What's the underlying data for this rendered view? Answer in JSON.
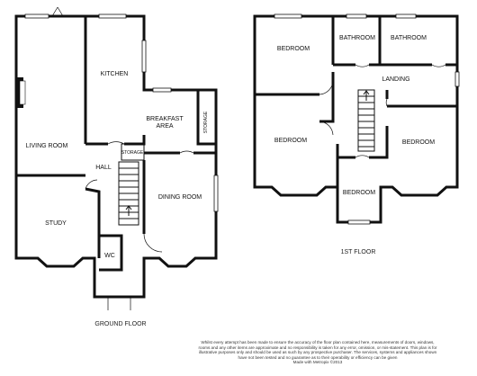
{
  "ground_floor": {
    "caption": "GROUND FLOOR",
    "rooms": {
      "living_room": "LIVING ROOM",
      "kitchen": "KITCHEN",
      "breakfast_area": [
        "BREAKFAST",
        "AREA"
      ],
      "storage_upper": "STORAGE",
      "storage_lower": "STORAGE",
      "hall": "HALL",
      "study": "STUDY",
      "dining_room": "DINING ROOM",
      "wc": "WC"
    }
  },
  "first_floor": {
    "caption": "1ST FLOOR",
    "rooms": {
      "bedroom_top_left": "BEDROOM",
      "bathroom_1": "BATHROOM",
      "bathroom_2": "BATHROOM",
      "landing": "LANDING",
      "bedroom_mid_left": "BEDROOM",
      "bedroom_right": "BEDROOM",
      "bedroom_small": "BEDROOM"
    }
  },
  "disclaimer": "Whilst every attempt has been made to ensure the accuracy of the floor plan contained here, measurements of doors, windows, rooms and any other items are approximate and no responsibility is taken for any error, omission, or mis-statement. This plan is for illustrative purposes only and should be used as such by any prospective purchaser. The services, systems and appliances shown have not been tested and no guarantee as to their operability or efficiency can be given",
  "credit": "Made with Metropix ©2013"
}
